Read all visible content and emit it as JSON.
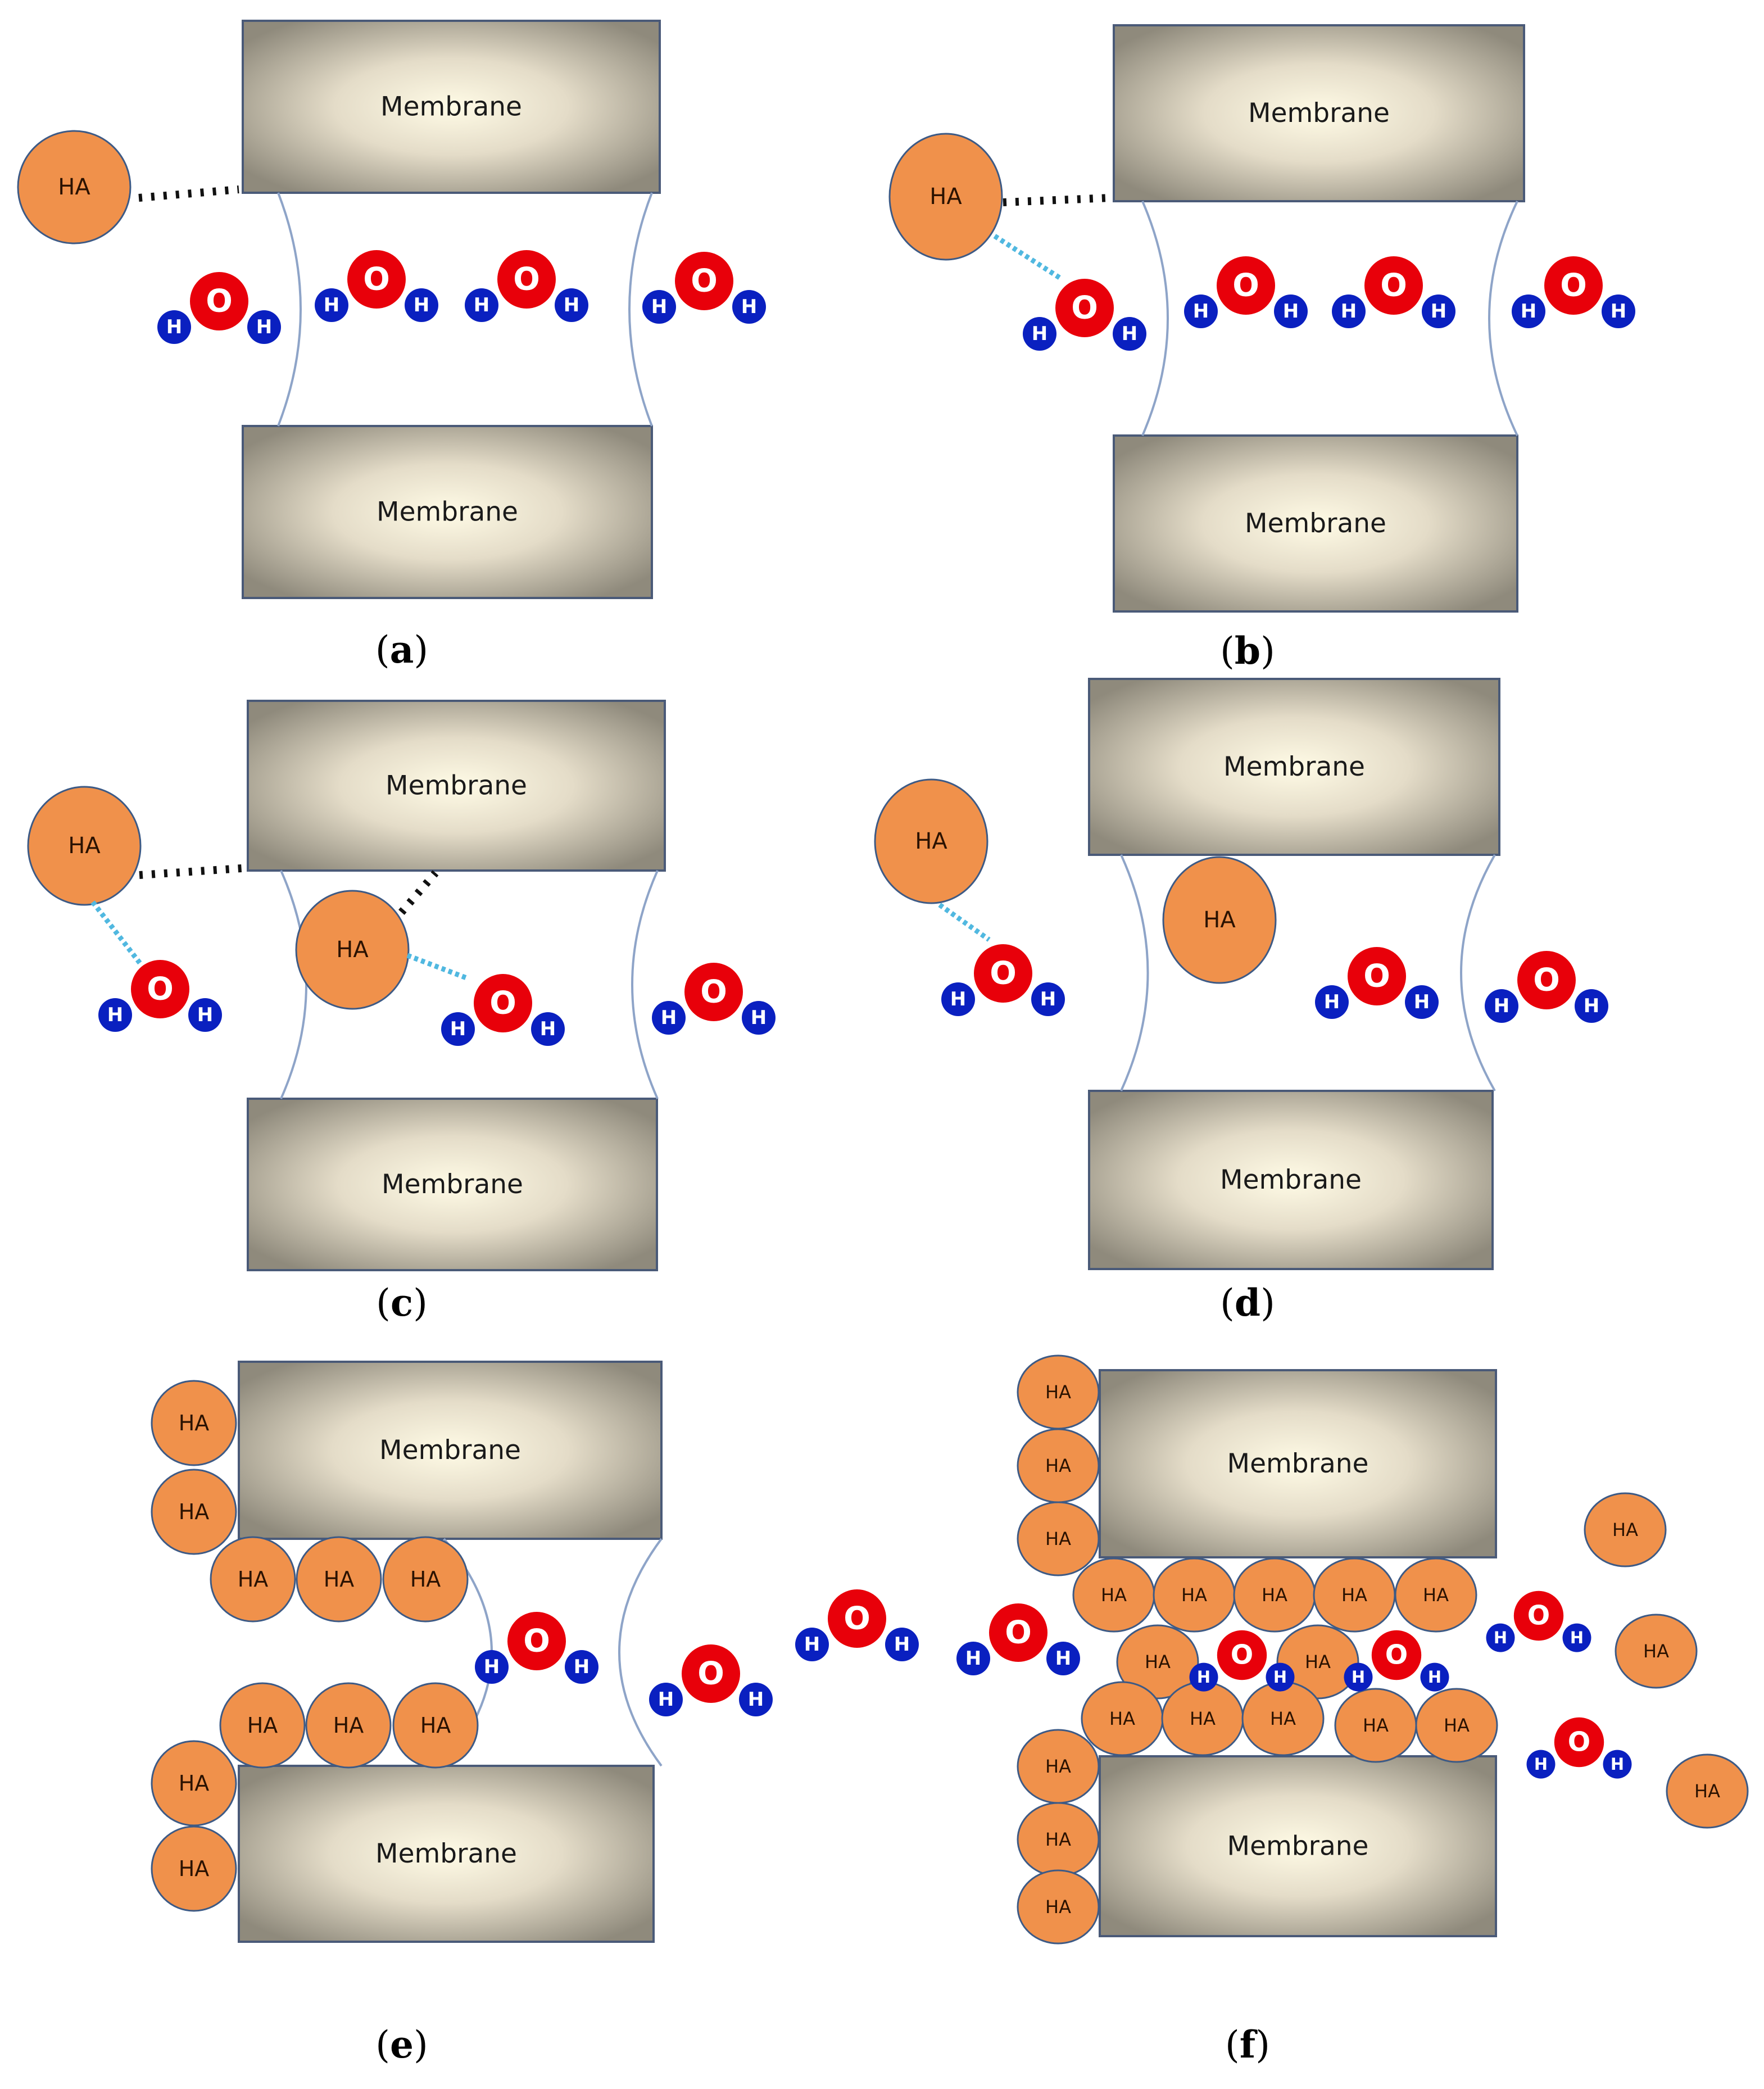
{
  "labels": {
    "membrane": "Membrane",
    "humic_acid": "HA",
    "oxygen": "O",
    "hydrogen": "H"
  },
  "panels": [
    {
      "id": "a",
      "caption_letter": "a"
    },
    {
      "id": "b",
      "caption_letter": "b"
    },
    {
      "id": "c",
      "caption_letter": "c"
    },
    {
      "id": "d",
      "caption_letter": "d"
    },
    {
      "id": "e",
      "caption_letter": "e"
    },
    {
      "id": "f",
      "caption_letter": "f"
    }
  ],
  "colors": {
    "membrane_center": "#fffbe6",
    "membrane_edge": "#8f8a7c",
    "membrane_border": "#4a5a78",
    "humic_acid_fill": "#f0914b",
    "humic_acid_stroke": "#3d5a85",
    "oxygen_fill": "#e8000a",
    "hydrogen_fill": "#0a20c0",
    "pore_wall": "#8ea4c8",
    "hydrophobic_bond": "#111111",
    "hydrogen_bond": "#50b8e0"
  }
}
